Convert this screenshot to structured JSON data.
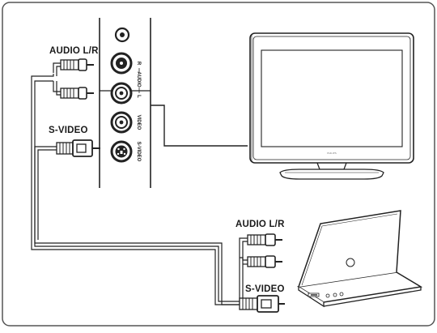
{
  "panel": {
    "audio_label": "AUDIO L/R",
    "svideo_label": "S-VIDEO",
    "port_r": "R",
    "port_audio": "AUDIO",
    "port_l": "L",
    "port_video": "VIDEO",
    "port_svideo": "S-VIDEO"
  },
  "tv": {
    "brand": "PHILIPS"
  },
  "laptop": {
    "audio_label": "AUDIO L/R",
    "svideo_label": "S-VIDEO"
  }
}
